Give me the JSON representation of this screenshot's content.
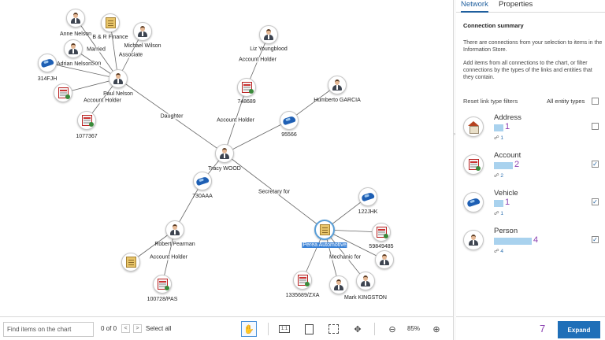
{
  "chart": {
    "nodes": {
      "anne": "Anne Nelson",
      "bnr": "B & R Finance",
      "michael": "Michael Wilson",
      "adrian": "Adrian Nelson",
      "car314": "314FJH",
      "paul": "Paul Nelson",
      "acc1077": "1077367",
      "liz": "Liz Youngblood",
      "acc748": "748689",
      "humberto": "Humberto GARCIA",
      "car95566": "95566",
      "tracy": "Tracy WOOD",
      "car730": "730AAA",
      "car122": "122JHK",
      "perea": "Perea Automotive",
      "acc5984": "59849485",
      "robert": "Robert Pearman",
      "acc1335": "1335689/ZXA",
      "mark": "Mark KINGSTON",
      "acc100728": "100728/PAS"
    },
    "edge_labels": {
      "married": "Married",
      "son": "Son",
      "associate": "Associate",
      "acct_holder_paul": "Account Holder",
      "daughter": "Daughter",
      "acct_holder_liz": "Account Holder",
      "acct_holder_tracy": "Account Holder",
      "secretary": "Secretary for",
      "acct_holder_robert": "Account Holder",
      "mechanic": "Mechanic for"
    }
  },
  "toolbar": {
    "find_placeholder": "Find items on the chart",
    "count": "0 of 0",
    "prev": "<",
    "next": ">",
    "select_all": "Select all",
    "ratio": "1:1",
    "zoom": "85%"
  },
  "panel": {
    "tabs": [
      "Network",
      "Properties"
    ],
    "title": "Connection summary",
    "para1": "There are connections from your selection to items in the Information Store.",
    "para2": "Add items from all connections to the chart, or filter connections by the types of the links and entities that they contain.",
    "reset": "Reset link type filters",
    "all_entity": "All entity types",
    "entity_types": [
      {
        "name": "Address",
        "count": "1",
        "links": "1",
        "checked": false,
        "icon": "house-icon"
      },
      {
        "name": "Account",
        "count": "2",
        "links": "2",
        "checked": true,
        "icon": "account-icon"
      },
      {
        "name": "Vehicle",
        "count": "1",
        "links": "1",
        "checked": true,
        "icon": "vehicle-icon"
      },
      {
        "name": "Person",
        "count": "4",
        "links": "4",
        "checked": true,
        "icon": "person-icon"
      }
    ],
    "total": "7",
    "expand": "Expand",
    "colors": {
      "accent": "#1f6fb8",
      "count": "#8a3fb0",
      "bar": "#a9d2ee"
    }
  }
}
